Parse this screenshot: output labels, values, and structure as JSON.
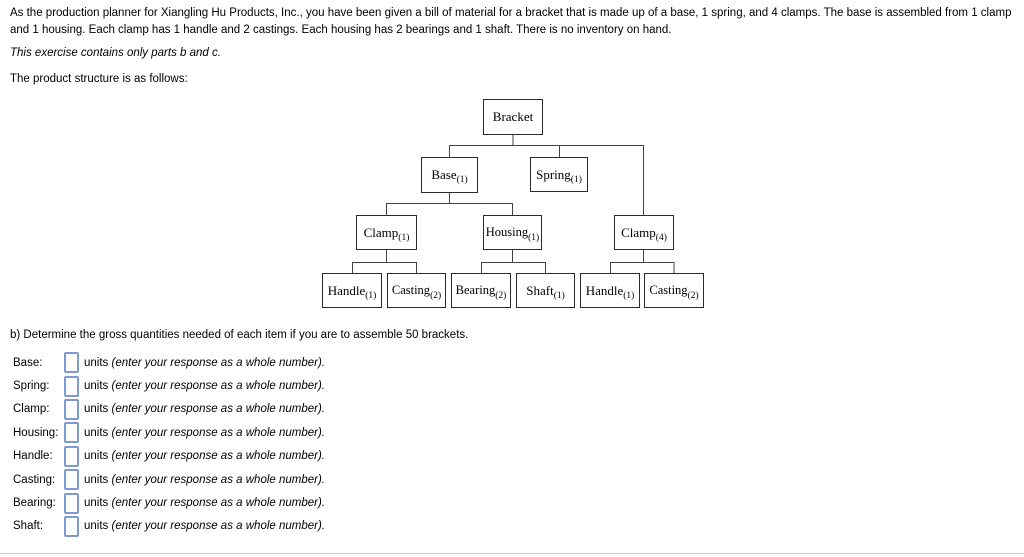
{
  "intro": {
    "line1": "As the production planner for Xiangling Hu Products, Inc., you have been given a bill of material for a bracket that is made up of a base, 1 spring, and 4 clamps. The base is assembled from 1 clamp",
    "line2": "and 1 housing. Each clamp has 1 handle and 2 castings. Each housing has 2 bearings and 1 shaft. There is no inventory on hand.",
    "note": "This exercise contains only parts b and c.",
    "structure_intro": "The product structure is as follows:"
  },
  "tree": {
    "bracket": {
      "label": "Bracket",
      "sub": ""
    },
    "base": {
      "label": "Base",
      "sub": "(1)"
    },
    "spring": {
      "label": "Spring",
      "sub": "(1)"
    },
    "clamp1": {
      "label": "Clamp",
      "sub": "(1)"
    },
    "housing": {
      "label": "Housing",
      "sub": "(1)"
    },
    "clamp4": {
      "label": "Clamp",
      "sub": "(4)"
    },
    "handle1": {
      "label": "Handle",
      "sub": "(1)"
    },
    "casting1": {
      "label": "Casting",
      "sub": "(2)"
    },
    "bearing": {
      "label": "Bearing",
      "sub": "(2)"
    },
    "shaft": {
      "label": "Shaft",
      "sub": "(1)"
    },
    "handle2": {
      "label": "Handle",
      "sub": "(1)"
    },
    "casting2": {
      "label": "Casting",
      "sub": "(2)"
    }
  },
  "question_b": "b) Determine the gross quantities needed of each item if you are to assemble 50 brackets.",
  "answers": {
    "units_label": "units",
    "hint": "(enter your response as a whole number).",
    "rows": [
      {
        "label": "Base:"
      },
      {
        "label": "Spring:"
      },
      {
        "label": "Clamp:"
      },
      {
        "label": "Housing:"
      },
      {
        "label": "Handle:"
      },
      {
        "label": "Casting:"
      },
      {
        "label": "Bearing:"
      },
      {
        "label": "Shaft:"
      }
    ]
  },
  "colors": {
    "input_border": "#7e9ad2",
    "connector_line": "#444444"
  }
}
